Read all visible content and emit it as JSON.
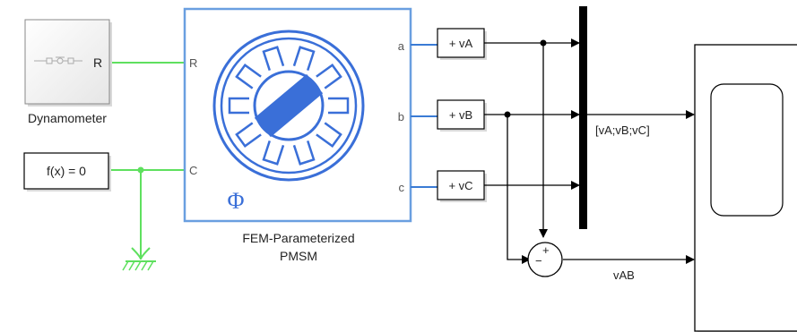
{
  "blocks": {
    "dynamometer": {
      "name": "Dynamometer",
      "port": "R"
    },
    "constant": {
      "expression": "f(x) = 0"
    },
    "pmsm": {
      "name_line1": "FEM-Parameterized",
      "name_line2": "PMSM",
      "port_r": "R",
      "port_c": "C",
      "port_a": "a",
      "port_b": "b",
      "port_c_out": "c",
      "flux_symbol": "Φ"
    },
    "sensor_a": {
      "label": "+ vA"
    },
    "sensor_b": {
      "label": "+ vB"
    },
    "sensor_c": {
      "label": "+ vC"
    },
    "sum": {
      "plus": "+",
      "minus": "−"
    }
  },
  "signals": {
    "mux_out": "[vA;vB;vC]",
    "difference": "vAB"
  },
  "colors": {
    "physical_wire": "#5ee05e",
    "electrical_wire": "#3a7bd5",
    "motor_icon": "#3a6fd8",
    "mux": "#000000"
  }
}
